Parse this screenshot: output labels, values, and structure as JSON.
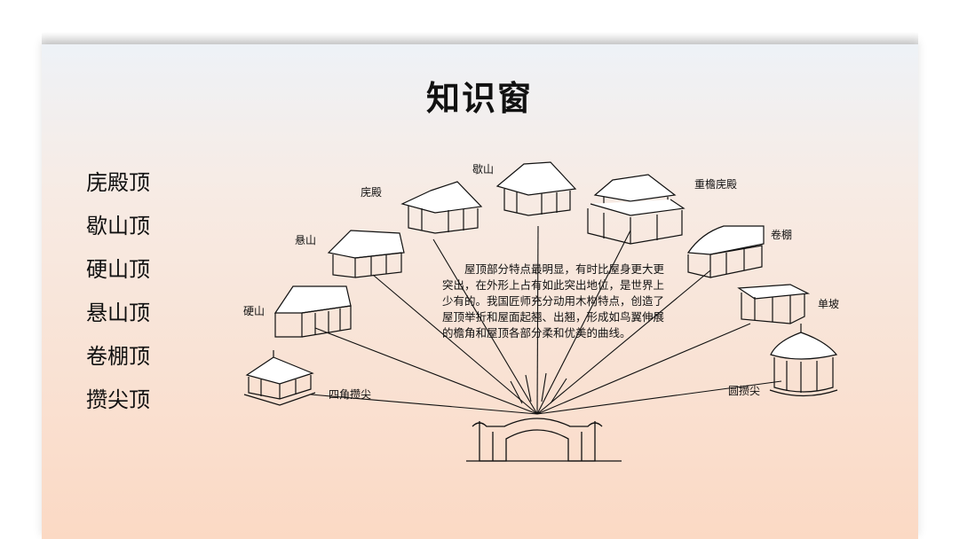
{
  "title": "知识窗",
  "roof_types": [
    "庑殿顶",
    "歇山顶",
    "硬山顶",
    "悬山顶",
    "卷棚顶",
    "攒尖顶"
  ],
  "diagram": {
    "labels": {
      "xieshan": "歇山",
      "wudian": "庑殿",
      "chongyan_wudian": "重檐庑殿",
      "xuanshan": "悬山",
      "juanpeng": "卷棚",
      "yingshan": "硬山",
      "danpo": "单坡",
      "sijiao_cuanjian": "四角攒尖",
      "yuan_cuanjian": "圆攒尖"
    },
    "description": "屋顶部分特点最明显，有时比屋身更大更突出，在外形上占有如此突出地位，是世界上少有的。我国匠师充分动用木构特点，创造了屋顶举折和屋面起翘、出翘，形成如鸟翼伸展的檐角和屋顶各部分柔和优美的曲线。"
  }
}
